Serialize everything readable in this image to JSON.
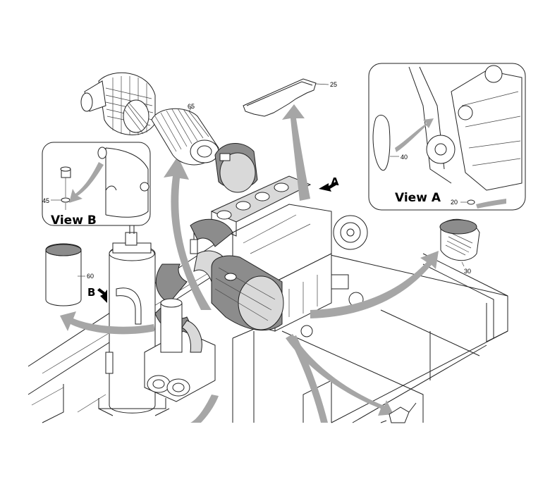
{
  "views": {
    "view_a": "View A",
    "view_b": "View B"
  },
  "markers": {
    "a": "A",
    "b": "B"
  },
  "callouts": {
    "c25": "25",
    "c65": "65",
    "c40": "40",
    "c20": "20",
    "c45": "45",
    "c60": "60",
    "c30": "30"
  }
}
